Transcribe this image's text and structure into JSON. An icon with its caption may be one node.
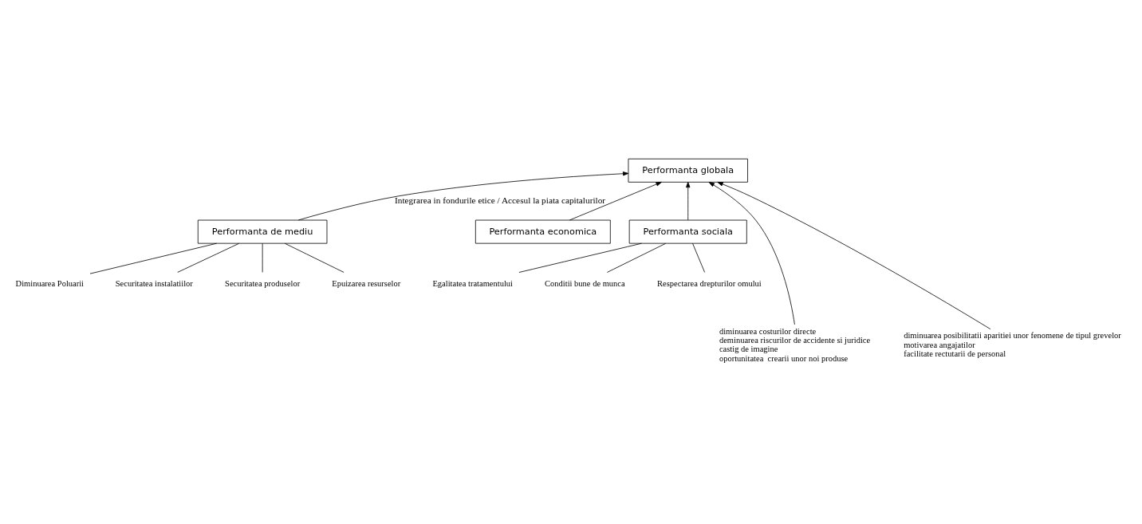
{
  "diagram": {
    "nodes": [
      {
        "text": [
          "Performanta globala"
        ]
      },
      {
        "text": [
          "Performanta de mediu"
        ]
      },
      {
        "text": [
          "Performanta economica"
        ]
      },
      {
        "text": [
          "Performanta sociala"
        ]
      },
      {
        "text": [
          "Diminuarea Poluarii"
        ]
      },
      {
        "text": [
          "Securitatea instalatiilor"
        ]
      },
      {
        "text": [
          "Securitatea produselor"
        ]
      },
      {
        "text": [
          "Epuizarea resurselor"
        ]
      },
      {
        "text": [
          "Egalitatea tratamentului"
        ]
      },
      {
        "text": [
          "Conditii bune de munca"
        ]
      },
      {
        "text": [
          "Respectarea drepturilor omului"
        ]
      },
      {
        "text": [
          "diminuarea costurilor directe",
          "deminuarea riscurilor de accidente si juridice",
          "castig de imagine",
          "oportunitatea  crearii unor noi produse"
        ]
      },
      {
        "text": [
          "diminuarea posibilitatii aparitiei unor fenomene de tipul grevelor",
          "motivarea angajatilor",
          "facilitate rectutarii de personal"
        ]
      }
    ],
    "edges": [
      {
        "from": 11,
        "to": 0,
        "arrow": "to"
      },
      {
        "from": 12,
        "to": 0,
        "arrow": "to"
      },
      {
        "from": 1,
        "to": 0,
        "arrow": "to",
        "label": "Integrarea in fondurile etice / Accesul la piata capitalurilor"
      },
      {
        "from": 3,
        "to": 0,
        "arrow": "to"
      },
      {
        "from": 2,
        "to": 0,
        "arrow": "to"
      },
      {
        "from": 1,
        "to": 4,
        "arrow": "none"
      },
      {
        "from": 1,
        "to": 5,
        "arrow": "none"
      },
      {
        "from": 1,
        "to": 6,
        "arrow": "none"
      },
      {
        "from": 1,
        "to": 7,
        "arrow": "none"
      },
      {
        "from": 3,
        "to": 8,
        "arrow": "none"
      },
      {
        "from": 3,
        "to": 9,
        "arrow": "none"
      },
      {
        "from": 3,
        "to": 10,
        "arrow": "none"
      }
    ]
  }
}
